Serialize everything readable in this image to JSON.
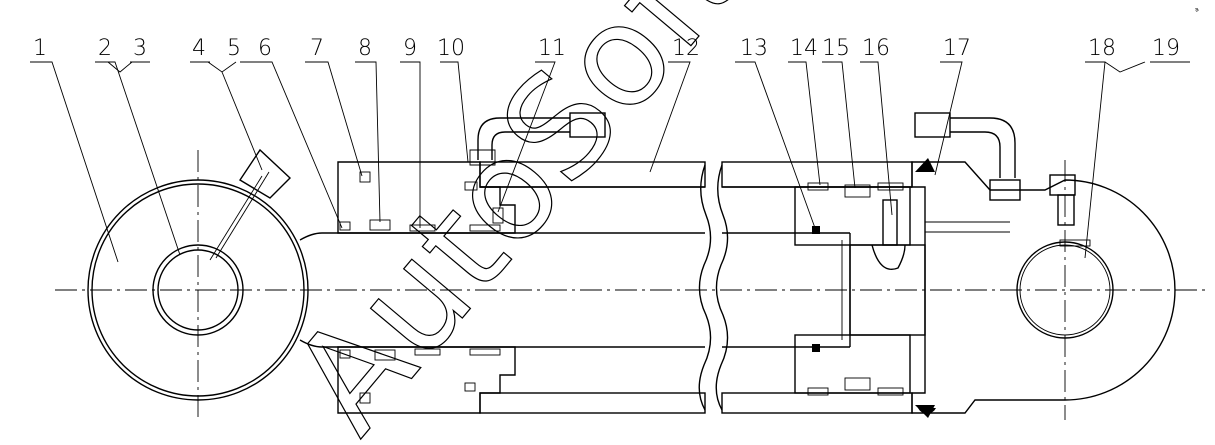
{
  "part_numbers": [
    "1",
    "2",
    "3",
    "4",
    "5",
    "6",
    "7",
    "8",
    "9",
    "10",
    "11",
    "12",
    "13",
    "14",
    "15",
    "16",
    "17",
    "18",
    "19"
  ],
  "watermark": "AutoSoft",
  "corner_mark": "a"
}
